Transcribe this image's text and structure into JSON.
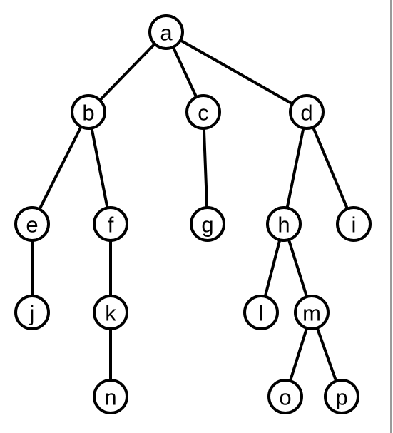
{
  "colors": {
    "node_fill": "#ffffff",
    "stroke": "#000000",
    "text": "#000000",
    "border": "#9a9a9a"
  },
  "tree": {
    "nodes": [
      {
        "id": "a",
        "label": "a"
      },
      {
        "id": "b",
        "label": "b"
      },
      {
        "id": "c",
        "label": "c"
      },
      {
        "id": "d",
        "label": "d"
      },
      {
        "id": "e",
        "label": "e"
      },
      {
        "id": "f",
        "label": "f"
      },
      {
        "id": "g",
        "label": "g"
      },
      {
        "id": "h",
        "label": "h"
      },
      {
        "id": "i",
        "label": "i"
      },
      {
        "id": "j",
        "label": "j"
      },
      {
        "id": "k",
        "label": "k"
      },
      {
        "id": "l",
        "label": "l"
      },
      {
        "id": "m",
        "label": "m"
      },
      {
        "id": "n",
        "label": "n"
      },
      {
        "id": "o",
        "label": "o"
      },
      {
        "id": "p",
        "label": "p"
      }
    ],
    "edges": [
      {
        "from": "a",
        "to": "b"
      },
      {
        "from": "a",
        "to": "c"
      },
      {
        "from": "a",
        "to": "d"
      },
      {
        "from": "b",
        "to": "e"
      },
      {
        "from": "b",
        "to": "f"
      },
      {
        "from": "c",
        "to": "g"
      },
      {
        "from": "d",
        "to": "h"
      },
      {
        "from": "d",
        "to": "i"
      },
      {
        "from": "e",
        "to": "j"
      },
      {
        "from": "f",
        "to": "k"
      },
      {
        "from": "k",
        "to": "n"
      },
      {
        "from": "h",
        "to": "l"
      },
      {
        "from": "h",
        "to": "m"
      },
      {
        "from": "m",
        "to": "o"
      },
      {
        "from": "m",
        "to": "p"
      }
    ]
  }
}
